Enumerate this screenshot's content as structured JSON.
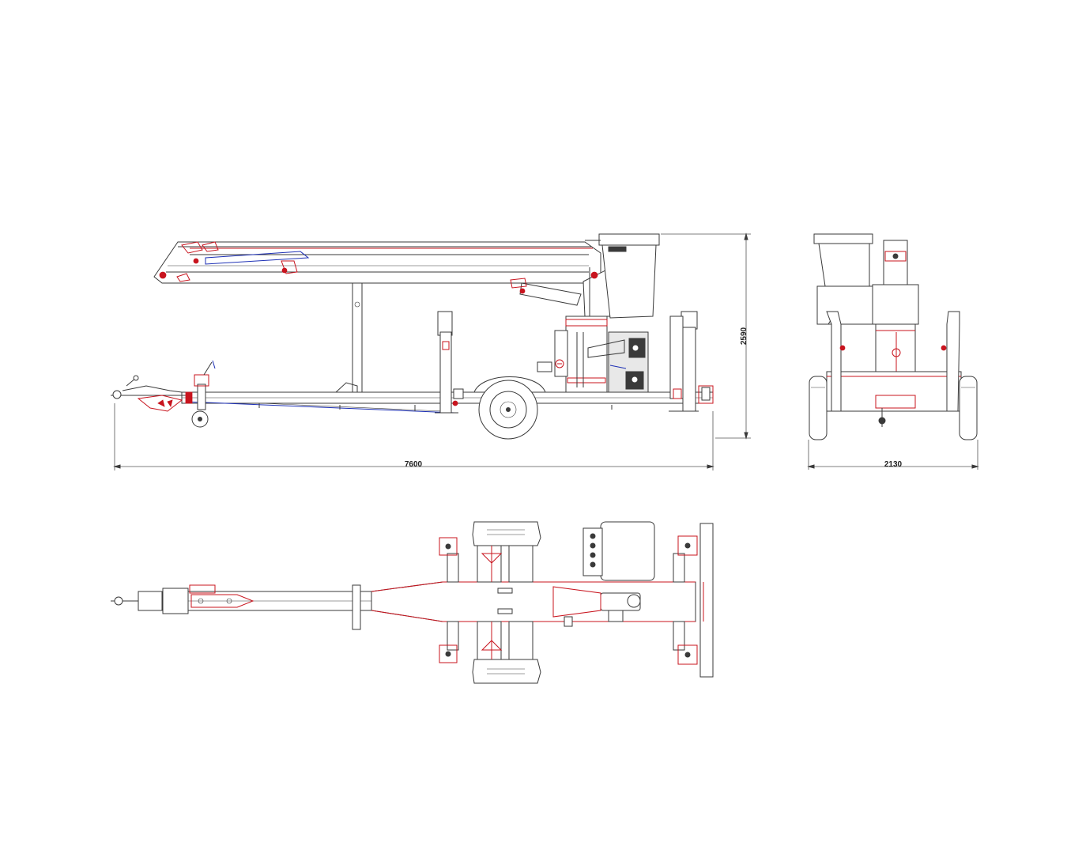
{
  "dimensions": {
    "length": "7600",
    "height": "2590",
    "width": "2130"
  },
  "colors": {
    "outline": "#3a3a3a",
    "accent_red": "#c8141e",
    "hydraulic_blue": "#1c2fb5"
  }
}
